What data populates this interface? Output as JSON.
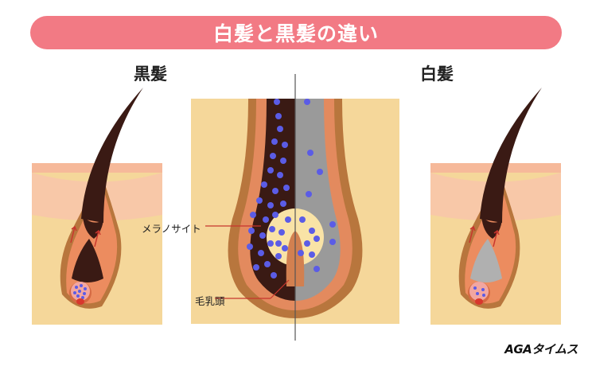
{
  "title": "白髪と黒髪の違い",
  "labels": {
    "black_hair": "黒髪",
    "white_hair": "白髪"
  },
  "callouts": {
    "melanocyte": "メラノサイト",
    "papilla": "毛乳頭"
  },
  "brand": "AGAタイムス",
  "colors": {
    "title_bg": "#f27a84",
    "skin_top": "#f8c3a2",
    "skin_body": "#f5d79a",
    "follicle_outer": "#b8763d",
    "follicle_inner": "#ec8c5f",
    "hair_black": "#3a1a14",
    "hair_white": "#9a9a9a",
    "melanin_dot": "#5b5ce6",
    "papilla": "#f9e3a6"
  }
}
